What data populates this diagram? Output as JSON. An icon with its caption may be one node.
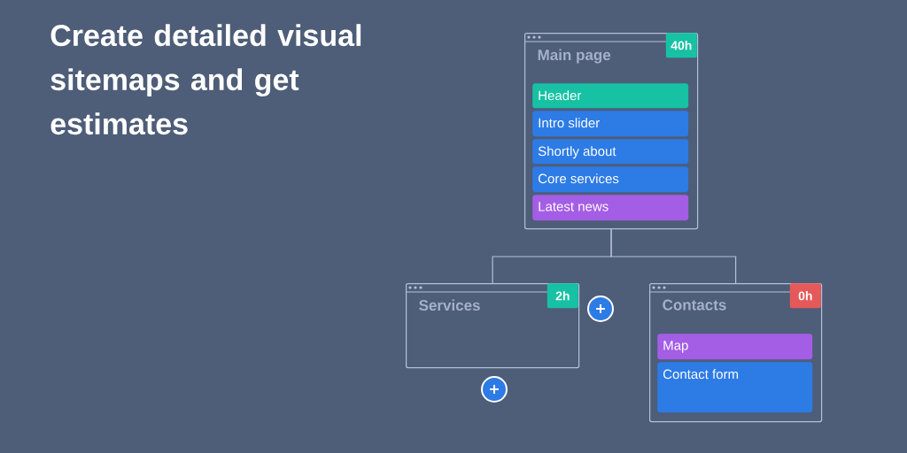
{
  "diagram": {
    "title": "Create detailed visual sitemaps and get estimates",
    "nodes": [
      {
        "text": [
          "Main page"
        ]
      },
      {
        "text": [
          "40h"
        ],
        "in": 0
      },
      {
        "text": [
          "Header"
        ],
        "in": 0
      },
      {
        "text": [
          "Intro slider"
        ],
        "in": 0
      },
      {
        "text": [
          "Shortly about"
        ],
        "in": 0
      },
      {
        "text": [
          "Core services"
        ],
        "in": 0
      },
      {
        "text": [
          "Latest news"
        ],
        "in": 0
      },
      {
        "text": [
          "Services"
        ]
      },
      {
        "text": [
          "2h"
        ],
        "in": 7
      },
      {
        "text": [],
        "shape": "circle"
      },
      {
        "text": [
          "Contacts"
        ]
      },
      {
        "text": [
          "0h"
        ],
        "in": 10
      },
      {
        "text": [
          "Map"
        ],
        "in": 10
      },
      {
        "text": [
          "Contact form"
        ],
        "in": 10
      },
      {
        "text": [],
        "shape": "circle"
      }
    ],
    "edges": [
      {
        "from": 0,
        "to": 7,
        "arrow": "none"
      },
      {
        "from": 0,
        "to": 10,
        "arrow": "none"
      }
    ]
  }
}
